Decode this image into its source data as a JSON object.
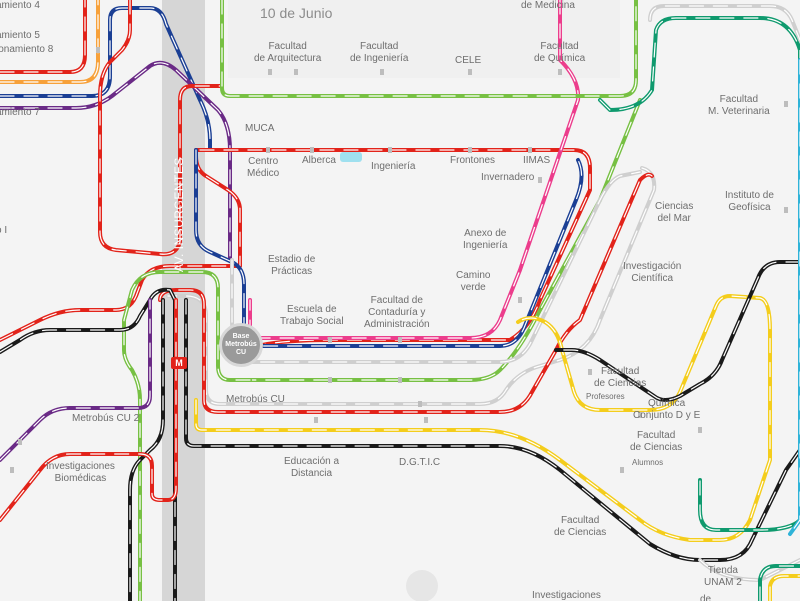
{
  "map": {
    "area_labels": [
      {
        "id": "area-10-de-junio",
        "text": "10 de Junio"
      }
    ],
    "street": {
      "text": "AV. INSURGENTES"
    },
    "stations": [
      {
        "id": "frac-4",
        "text": "amiento 4"
      },
      {
        "id": "frac-5",
        "text": "amiento 5"
      },
      {
        "id": "fraccionamiento-8",
        "text": "ionamiento 8"
      },
      {
        "id": "frac-7",
        "text": "amiento 7"
      },
      {
        "id": "frac-i",
        "text": "o I"
      },
      {
        "id": "medicina",
        "text": "de Medicina"
      },
      {
        "id": "arquitectura",
        "text": "Facultad\nde Arquitectura"
      },
      {
        "id": "ingenieria-fac",
        "text": "Facultad\nde Ingeniería"
      },
      {
        "id": "cele",
        "text": "CELE"
      },
      {
        "id": "quimica",
        "text": "Facultad\nde Química"
      },
      {
        "id": "veterinaria",
        "text": "Facultad\nM. Veterinaria"
      },
      {
        "id": "muca",
        "text": "MUCA"
      },
      {
        "id": "centro-medico",
        "text": "Centro\nMédico"
      },
      {
        "id": "alberca",
        "text": "Alberca"
      },
      {
        "id": "ingenieria",
        "text": "Ingeniería"
      },
      {
        "id": "frontones",
        "text": "Frontones"
      },
      {
        "id": "iimas",
        "text": "IIMAS"
      },
      {
        "id": "invernadero",
        "text": "Invernadero"
      },
      {
        "id": "geofisica",
        "text": "Instituto de\nGeofísica"
      },
      {
        "id": "ciencias-mar",
        "text": "Ciencias\ndel Mar"
      },
      {
        "id": "anexo-ingenieria",
        "text": "Anexo de\nIngeniería"
      },
      {
        "id": "investigacion-cientifica",
        "text": "Investigación\nCientífica"
      },
      {
        "id": "estadio-practicas",
        "text": "Estadio de\nPrácticas"
      },
      {
        "id": "camino-verde",
        "text": "Camino\nverde"
      },
      {
        "id": "trabajo-social",
        "text": "Escuela de\nTrabajo Social"
      },
      {
        "id": "contaduria",
        "text": "Facultad de\nContaduría y\nAdministración"
      },
      {
        "id": "ciencias-profesores",
        "text": "Facultad\nde Ciencias"
      },
      {
        "id": "quimica-conjunto",
        "text": "Química\nConjunto D y E"
      },
      {
        "id": "metrobus-cu",
        "text": "Metrobús CU"
      },
      {
        "id": "metrobus-cu-2",
        "text": "Metrobús CU 2"
      },
      {
        "id": "ciencias-alumnos",
        "text": "Facultad\nde Ciencias"
      },
      {
        "id": "investigaciones-biomedicas",
        "text": "Investigaciones\nBiomédicas"
      },
      {
        "id": "educacion-distancia",
        "text": "Educación a\nDistancia"
      },
      {
        "id": "dgtic",
        "text": "D.G.T.I.C"
      },
      {
        "id": "facultad-ciencias",
        "text": "Facultad\nde Ciencias"
      },
      {
        "id": "tienda-unam",
        "text": "Tienda\nUNAM 2"
      },
      {
        "id": "investigaciones-bottom",
        "text": "Investigaciones"
      },
      {
        "id": "bottom-de",
        "text": "de"
      }
    ],
    "sublabels": [
      {
        "id": "profesores",
        "text": "Profesores"
      },
      {
        "id": "alumnos",
        "text": "Alumnos"
      }
    ],
    "metro_badge": {
      "text": "M"
    },
    "terminal": {
      "text": "Base\nMetrobús\nCU"
    },
    "route_colors": {
      "red": "#e2231a",
      "navy": "#1b3f94",
      "orange": "#f7a13a",
      "purple": "#6a2a86",
      "pink": "#ec3d8c",
      "green": "#77c043",
      "yellow": "#f4cd1c",
      "black": "#1a1a1a",
      "teal": "#0f9a6e",
      "cyan": "#2fb3d8",
      "gray": "#cfcfcf"
    }
  }
}
